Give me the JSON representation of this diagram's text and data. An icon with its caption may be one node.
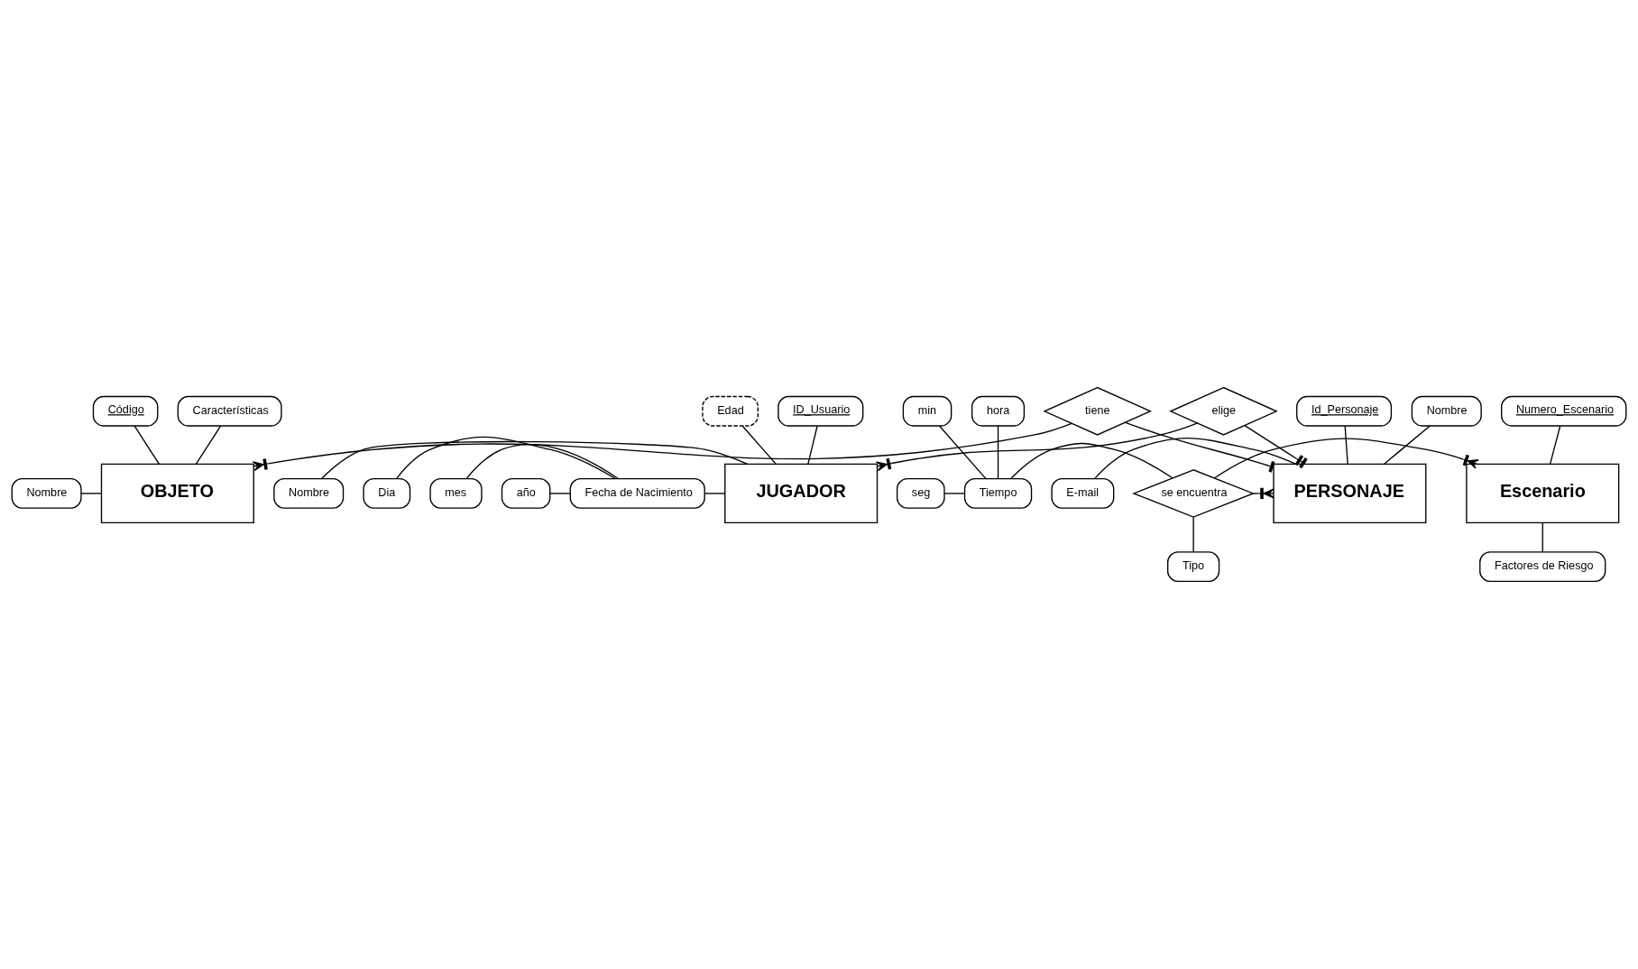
{
  "diagram": {
    "nodes": [
      {
        "text": [
          "Nombre"
        ]
      },
      {
        "text": [
          "Id_Personaje"
        ]
      },
      {
        "text": [
          "PERSONAJE"
        ]
      },
      {
        "text": [
          "E-mail"
        ]
      },
      {
        "text": [
          "hora"
        ]
      },
      {
        "text": [
          "min"
        ]
      },
      {
        "text": [
          "Tiempo"
        ]
      },
      {
        "text": [
          "seg"
        ]
      },
      {
        "text": [
          "se encuentra"
        ]
      },
      {
        "text": [
          "Tipo"
        ]
      },
      {
        "text": [
          "Numero_Escenario"
        ]
      },
      {
        "text": [
          "Escenario"
        ]
      },
      {
        "text": [
          "Factores de Riesgo"
        ]
      },
      {
        "text": [
          "tiene"
        ]
      },
      {
        "text": [
          "elige"
        ]
      },
      {
        "text": [
          "Nombre"
        ]
      },
      {
        "text": [
          "Dia"
        ]
      },
      {
        "text": [
          "mes"
        ]
      },
      {
        "text": [
          "Fecha de Nacimiento"
        ]
      },
      {
        "text": [
          "año"
        ]
      },
      {
        "text": [
          "Nombre"
        ]
      },
      {
        "text": [
          "OBJETO"
        ]
      },
      {
        "text": [
          "JUGADOR"
        ]
      },
      {
        "text": [
          "Características"
        ]
      },
      {
        "text": [
          "Código"
        ]
      },
      {
        "text": [
          "ID_Usuario"
        ]
      },
      {
        "text": [
          "Edad"
        ]
      }
    ],
    "edges": [
      {
        "from": 0,
        "to": 2,
        "arrow": "none"
      },
      {
        "from": 1,
        "to": 2,
        "arrow": "none"
      },
      {
        "from": 3,
        "to": 2,
        "arrow": "none"
      },
      {
        "from": 4,
        "to": 6,
        "arrow": "none"
      },
      {
        "from": 5,
        "to": 6,
        "arrow": "none"
      },
      {
        "from": 7,
        "to": 6,
        "arrow": "none"
      },
      {
        "from": 6,
        "to": 8,
        "arrow": "none"
      },
      {
        "from": 9,
        "to": 8,
        "arrow": "none"
      },
      {
        "from": 10,
        "to": 11,
        "arrow": "none"
      },
      {
        "from": 11,
        "to": 12,
        "arrow": "none"
      },
      {
        "from": 8,
        "to": 2,
        "arrow": "other"
      },
      {
        "from": 8,
        "to": 11,
        "arrow": "other"
      },
      {
        "from": 13,
        "to": 2,
        "arrow": "other"
      },
      {
        "from": 13,
        "to": 21,
        "arrow": "other"
      },
      {
        "from": 14,
        "to": 2,
        "arrow": "other"
      },
      {
        "from": 14,
        "to": 22,
        "arrow": "other"
      },
      {
        "from": 15,
        "to": 22,
        "arrow": "none"
      },
      {
        "from": 18,
        "to": 22,
        "arrow": "none"
      },
      {
        "from": 16,
        "to": 18,
        "arrow": "none"
      },
      {
        "from": 17,
        "to": 18,
        "arrow": "none"
      },
      {
        "from": 19,
        "to": 18,
        "arrow": "none"
      },
      {
        "from": 20,
        "to": 21,
        "arrow": "none"
      },
      {
        "from": 23,
        "to": 21,
        "arrow": "none"
      },
      {
        "from": 24,
        "to": 21,
        "arrow": "none"
      },
      {
        "from": 25,
        "to": 22,
        "arrow": "none"
      },
      {
        "from": 26,
        "to": 22,
        "arrow": "none"
      }
    ]
  }
}
